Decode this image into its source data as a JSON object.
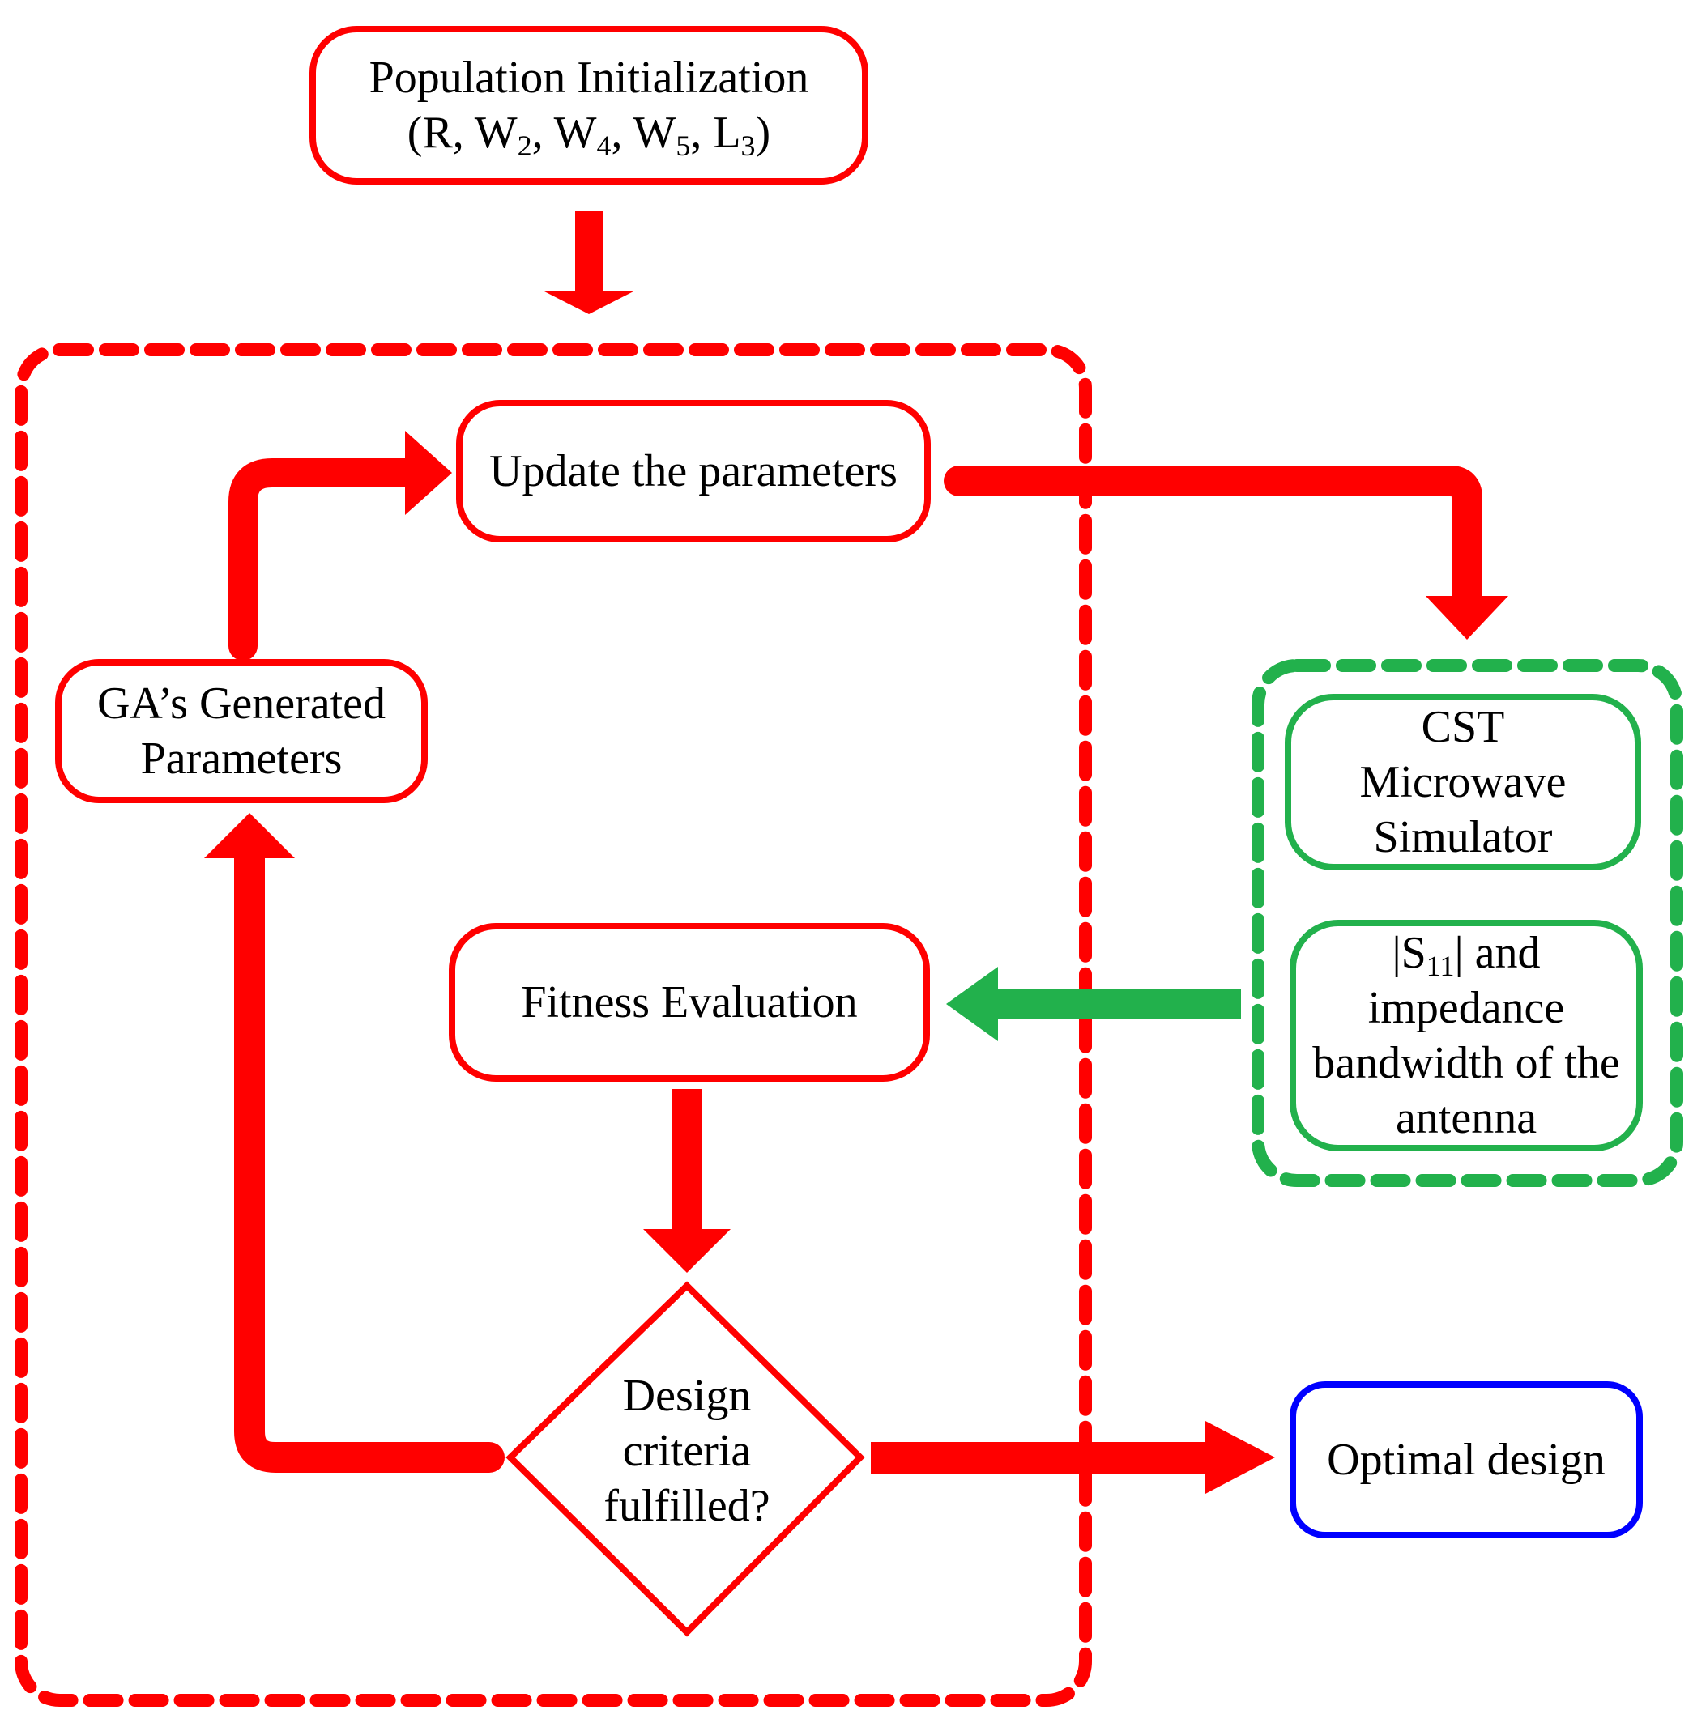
{
  "nodes": {
    "population_init": {
      "line1": "Population Initialization",
      "line2": {
        "open": "(R, W",
        "w2_sub": "2",
        "sep1": ", W",
        "w4_sub": "4",
        "sep2": ", W",
        "w5_sub": "5",
        "sep3": ", L",
        "l3_sub": "3",
        "close": ")"
      }
    },
    "update_params": {
      "label": "Update the parameters"
    },
    "ga_generated": {
      "line1": "GA’s Generated",
      "line2": "Parameters"
    },
    "cst_simulator": {
      "line1": "CST",
      "line2": "Microwave",
      "line3": "Simulator"
    },
    "s11": {
      "line1": {
        "prefix": "|S",
        "sub": "11",
        "suffix": "| and"
      },
      "line2": "impedance",
      "line3": "bandwidth of the",
      "line4": "antenna"
    },
    "fitness": {
      "label": "Fitness Evaluation"
    },
    "decision": {
      "line1": "Design",
      "line2": "criteria",
      "line3": "fulfilled?"
    },
    "optimal": {
      "label": "Optimal design"
    }
  },
  "colors": {
    "ga_loop": "#ff0000",
    "simulation": "#22b14c",
    "result": "#0000ff",
    "text": "#000000"
  }
}
